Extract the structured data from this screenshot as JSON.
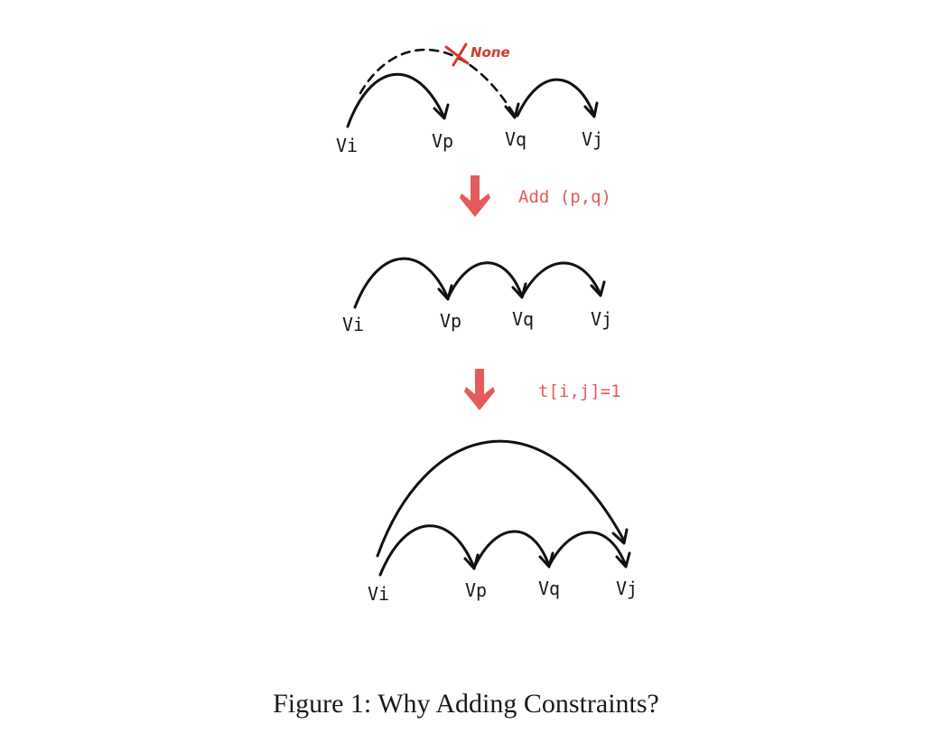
{
  "diagram": {
    "stages": [
      {
        "nodes": [
          "Vi",
          "Vp",
          "Vq",
          "Vj"
        ],
        "missing_edge_label": "None"
      },
      {
        "nodes": [
          "Vi",
          "Vp",
          "Vq",
          "Vj"
        ]
      },
      {
        "nodes": [
          "Vi",
          "Vp",
          "Vq",
          "Vj"
        ]
      }
    ],
    "transitions": [
      {
        "label": "Add (p,q)",
        "color": "#e35b5b"
      },
      {
        "label": "t[i,j]=1",
        "color": "#e35b5b"
      }
    ]
  },
  "caption": "Figure 1: Why Adding Constraints?"
}
